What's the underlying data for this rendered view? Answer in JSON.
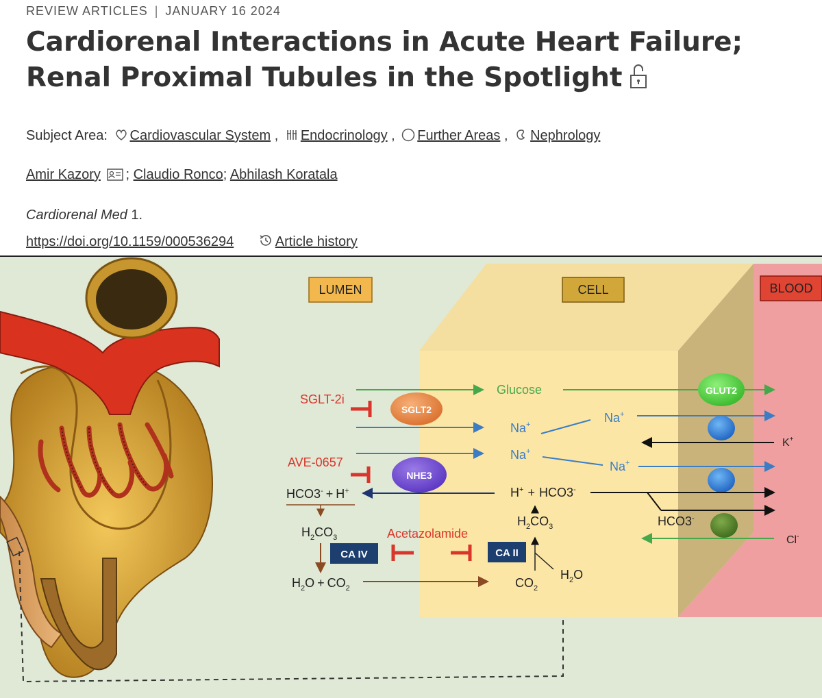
{
  "article": {
    "category": "REVIEW ARTICLES",
    "separator": "|",
    "date": "JANUARY 16 2024",
    "title": "Cardiorenal Interactions in Acute Heart Failure; Renal Proximal Tubules in the Spotlight",
    "open_access_icon": "unlock-icon"
  },
  "subject": {
    "label": "Subject Area:",
    "areas": [
      {
        "name": "Cardiovascular System",
        "icon": "heart-icon"
      },
      {
        "name": "Endocrinology",
        "icon": "glands-icon"
      },
      {
        "name": "Further Areas",
        "icon": "circle-icon"
      },
      {
        "name": "Nephrology",
        "icon": "kidney-icon"
      }
    ]
  },
  "authors": [
    "Amir Kazory",
    "Claudio Ronco",
    "Abhilash Koratala"
  ],
  "journal": {
    "name": "Cardiorenal Med",
    "volume": "1."
  },
  "doi": {
    "url": "https://doi.org/10.1159/000536294",
    "history_label": "Article history"
  },
  "figure": {
    "compartments": {
      "lumen": "LUMEN",
      "cell": "CELL",
      "blood": "BLOOD"
    },
    "transporters": {
      "sglt2": "SGLT2",
      "nhe3": "NHE3",
      "glut2": "GLUT2",
      "ca4": "CA IV",
      "ca2": "CA II"
    },
    "inhibitors": {
      "sglt2i": "SGLT-2i",
      "ave": "AVE-0657",
      "acetazolamide": "Acetazolamide"
    },
    "labels": {
      "glucose": "Glucose",
      "na": "Na",
      "k": "K",
      "cl": "Cl",
      "plus_sup": "+",
      "minus_sup": "-",
      "hco3_left": "HCO3",
      "plus": "+",
      "h": "H",
      "h2co3_left": "H",
      "two": "2",
      "co3": "CO",
      "three": "3",
      "h2o_co2": "H",
      "o": "O",
      "co": "CO",
      "hco3_cell": "HCO3",
      "hco3_baso": "HCO3"
    },
    "colors": {
      "lumen_bg": "#e0e8d6",
      "cell": "#fbe6a6",
      "blood": "#ef9f9f",
      "inhibitor_red": "#d9352a",
      "glucose_green": "#45a84a",
      "na_blue": "#3a7dc4"
    }
  }
}
